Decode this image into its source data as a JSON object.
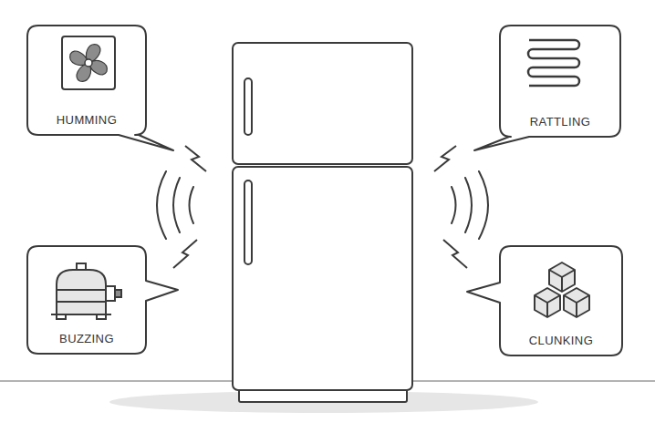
{
  "diagram": {
    "nodes": [
      {
        "text": [
          "HUMMING"
        ]
      },
      {
        "text": [
          "RATTLING"
        ]
      },
      {
        "text": [
          "BUZZING"
        ]
      },
      {
        "text": [
          "CLUNKING"
        ]
      }
    ]
  }
}
